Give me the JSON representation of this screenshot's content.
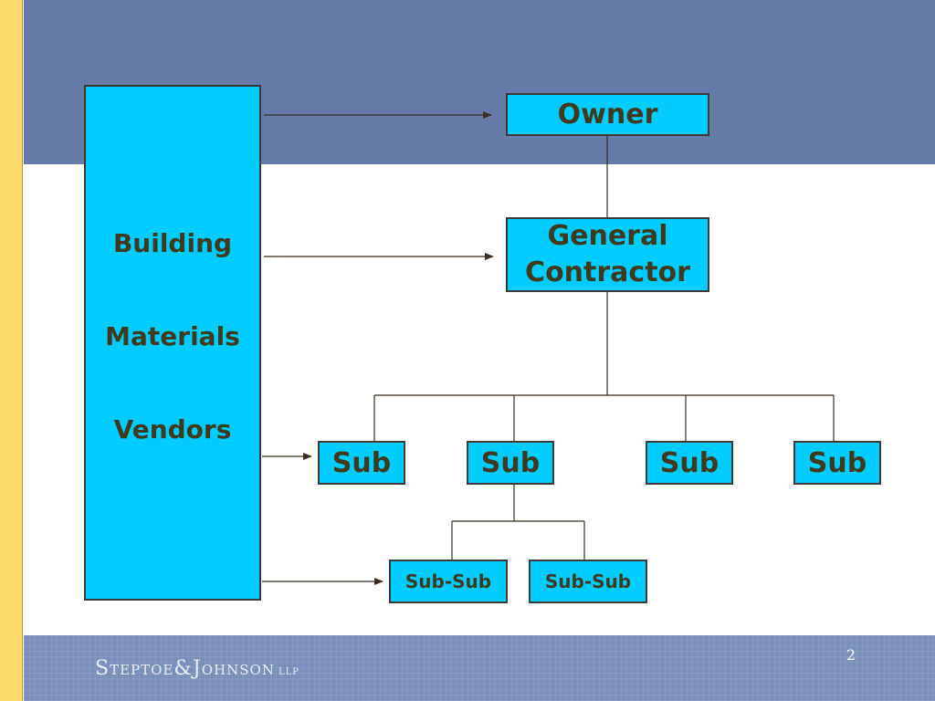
{
  "diagram": {
    "vendors": [
      "Building",
      "Materials",
      "Vendors"
    ],
    "owner": "Owner",
    "general_contractor": [
      "General",
      "Contractor"
    ],
    "subs": [
      "Sub",
      "Sub",
      "Sub",
      "Sub"
    ],
    "sub_subs": [
      "Sub-Sub",
      "Sub-Sub"
    ]
  },
  "footer": {
    "logo": "Steptoe&Johnson",
    "logo_suffix": "LLP",
    "page_number": "2"
  },
  "colors": {
    "box_fill": "#00ccff",
    "top_band": "#667ba7",
    "left_bar": "#fcd96a",
    "footer": "#7b8fbb",
    "text": "#3f3a1e"
  }
}
